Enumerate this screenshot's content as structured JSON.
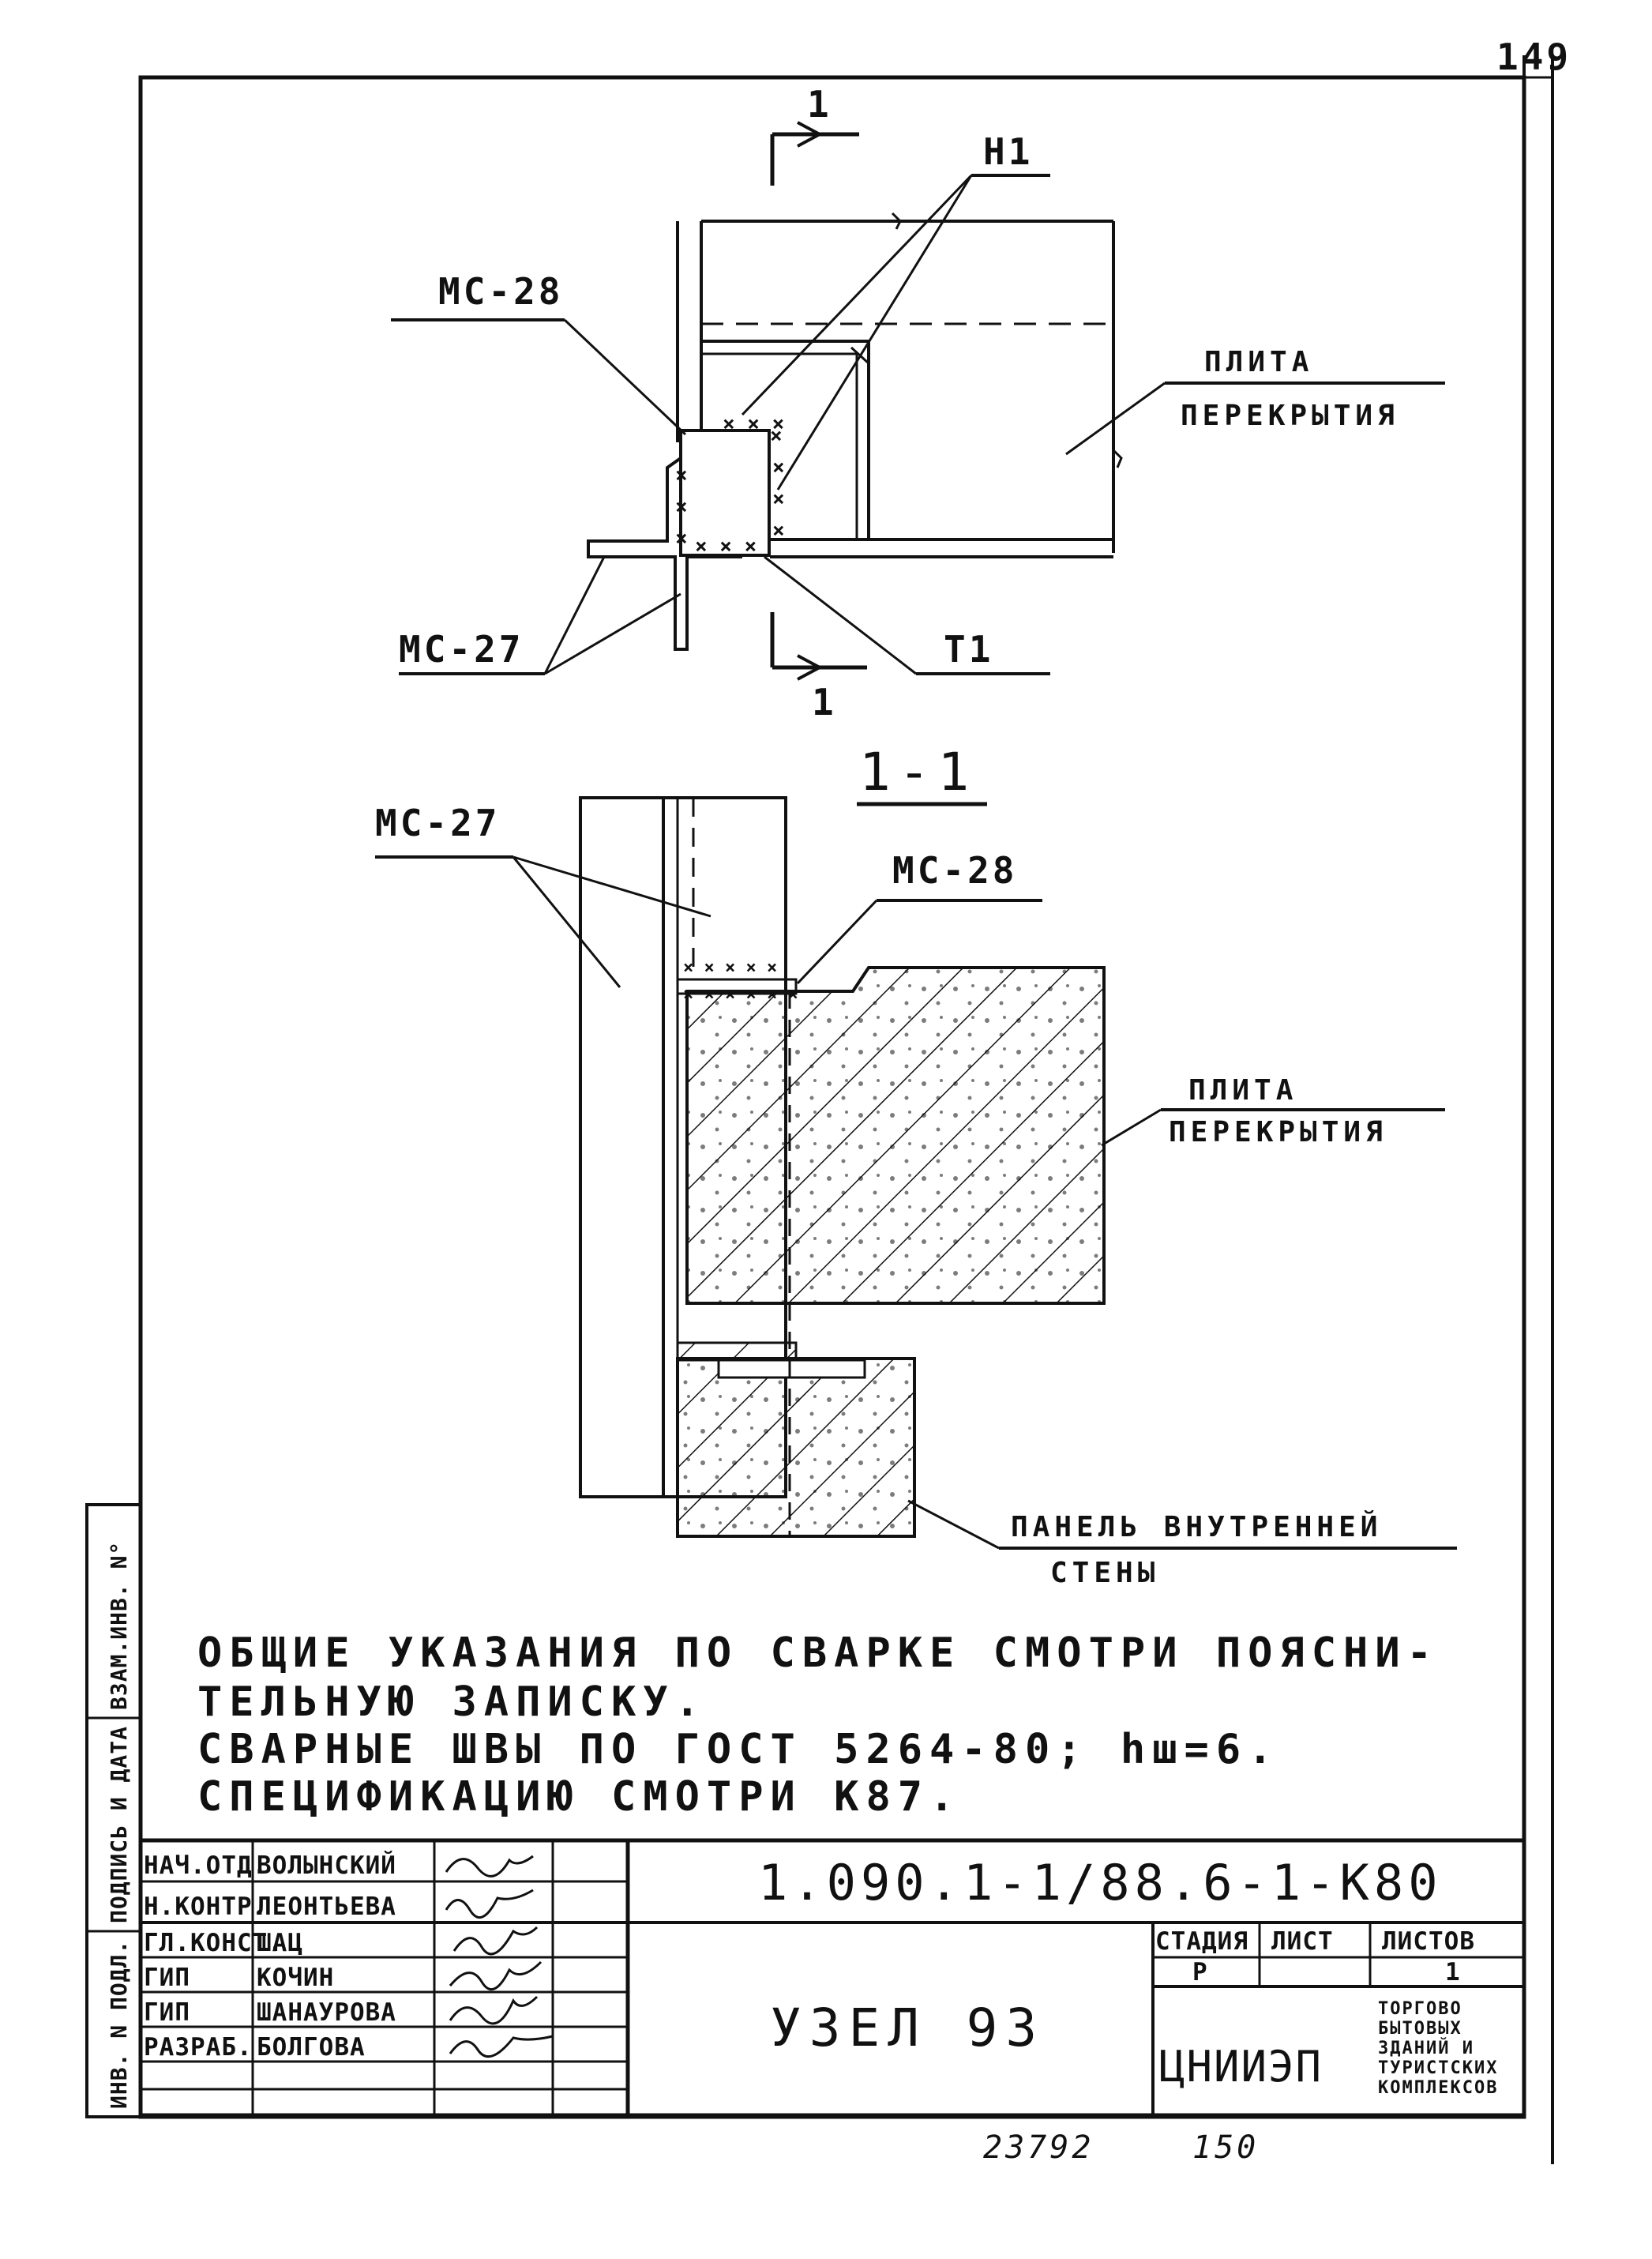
{
  "page": {
    "number": "149"
  },
  "plan_view": {
    "section_mark": "1",
    "labels": {
      "n1": "Н1",
      "mc28": "МС-28",
      "mc27": "МС-27",
      "t1": "Т1",
      "slab": [
        "ПЛИТА",
        "ПЕРЕКРЫТИЯ"
      ]
    }
  },
  "section_view": {
    "title": "1-1",
    "labels": {
      "mc27": "МС-27",
      "mc28": "МС-28",
      "slab": [
        "ПЛИТА",
        "ПЕРЕКРЫТИЯ"
      ],
      "panel": [
        "ПАНЕЛЬ ВНУТРЕННЕЙ",
        "СТЕНЫ"
      ]
    }
  },
  "notes": [
    "ОБЩИЕ УКАЗАНИЯ ПО СВАРКЕ СМОТРИ ПОЯСНИ-",
    "ТЕЛЬНУЮ ЗАПИСКУ.",
    "СВАРНЫЕ ШВЫ ПО ГОСТ 5264-80; hш=6.",
    "СПЕЦИФИКАЦИЮ СМОТРИ К87."
  ],
  "side_stamp": [
    "ИНВ. N ПОДЛ.",
    "ПОДПИСЬ И ДАТА",
    "ВЗАМ.ИНВ. N°"
  ],
  "title_block": {
    "roles": [
      {
        "role": "НАЧ.ОТД.",
        "name": "ВОЛЫНСКИЙ"
      },
      {
        "role": "Н.КОНТР.",
        "name": "ЛЕОНТЬЕВА"
      },
      {
        "role": "ГЛ.КОНСТ.",
        "name": "ШАЦ"
      },
      {
        "role": "ГИП",
        "name": "КОЧИН"
      },
      {
        "role": "ГИП",
        "name": "ШАНАУРОВА"
      },
      {
        "role": "РАЗРАБ.",
        "name": "БОЛГОВА"
      }
    ],
    "code": "1.090.1-1/88.6-1-К80",
    "title": "УЗЕЛ 93",
    "stage_header": "СТАДИЯ",
    "sheet_header": "ЛИСТ",
    "sheets_header": "ЛИСТОВ",
    "stage": "Р",
    "sheets": "1",
    "org": "ЦНИИЭП",
    "org_desc": [
      "ТОРГОВО",
      "БЫТОВЫХ",
      "ЗДАНИЙ И",
      "ТУРИСТСКИХ",
      "КОМПЛЕКСОВ"
    ]
  },
  "footer": {
    "left": "23792",
    "right": "150"
  }
}
